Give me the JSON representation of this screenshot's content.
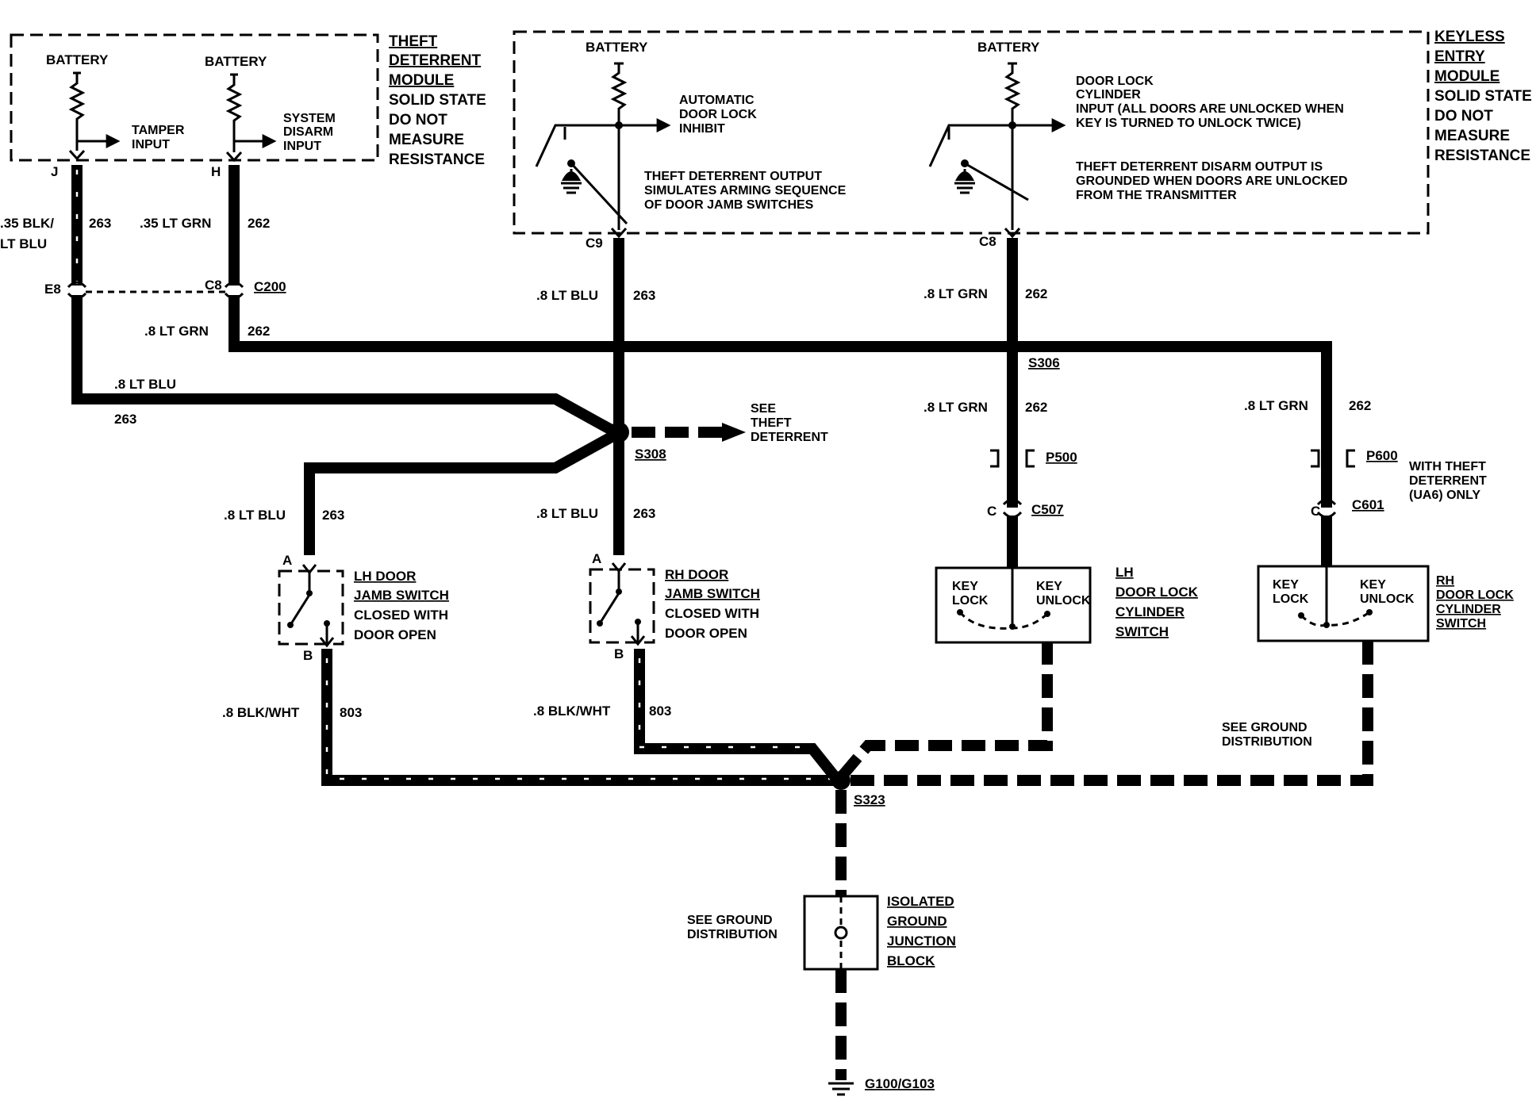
{
  "theft_module": {
    "battery1": "BATTERY",
    "battery2": "BATTERY",
    "tamper1": "TAMPER",
    "tamper2": "INPUT",
    "disarm1": "SYSTEM",
    "disarm2": "DISARM",
    "disarm3": "INPUT",
    "pin_j": "J",
    "pin_h": "H",
    "label": [
      "THEFT",
      "DETERRENT",
      "MODULE",
      "SOLID STATE",
      "DO NOT",
      "MEASURE",
      "RESISTANCE"
    ]
  },
  "keyless_module": {
    "battery1": "BATTERY",
    "battery2": "BATTERY",
    "auto1": "AUTOMATIC",
    "auto2": "DOOR LOCK",
    "auto3": "INHIBIT",
    "out1": "THEFT DETERRENT OUTPUT",
    "out2": "SIMULATES ARMING SEQUENCE",
    "out3": "OF DOOR JAMB SWITCHES",
    "cyl1": "DOOR LOCK",
    "cyl2": "CYLINDER",
    "cyl3": "INPUT  (ALL DOORS ARE UNLOCKED WHEN",
    "cyl4": "KEY IS TURNED TO UNLOCK TWICE)",
    "dis1": "THEFT DETERRENT DISARM OUTPUT IS",
    "dis2": "GROUNDED WHEN DOORS ARE UNLOCKED",
    "dis3": "FROM THE TRANSMITTER",
    "c9": "C9",
    "c8": "C8",
    "label": [
      "KEYLESS",
      "ENTRY",
      "MODULE",
      "SOLID STATE",
      "DO NOT",
      "MEASURE",
      "RESISTANCE"
    ]
  },
  "wires": {
    "w1a": ".35 BLK/",
    "w1b": "LT BLU",
    "w1n": "263",
    "w2": ".35 LT GRN",
    "w2n": "262",
    "e8": "E8",
    "c8": "C8",
    "c200": "C200",
    "w3": ".8 LT GRN",
    "w3n": "262",
    "w4": ".8 LT BLU",
    "w4n": "263",
    "w5": ".8 LT BLU",
    "w5n": "263",
    "w6": ".8 LT GRN",
    "w6n": "262",
    "s306": "S306",
    "w7": ".8 LT GRN",
    "w7n": "262",
    "w8": ".8 LT GRN",
    "w8n": "262",
    "see1": "SEE",
    "see2": "THEFT",
    "see3": "DETERRENT",
    "s308": "S308",
    "w9": ".8 LT BLU",
    "w9n": "263",
    "w10": ".8 LT BLU",
    "w10n": "263",
    "p500": "P500",
    "p600": "P600",
    "with1": "WITH THEFT",
    "with2": "DETERRENT",
    "with3": "(UA6)  ONLY",
    "c_l": "C",
    "c507": "C507",
    "c_r": "C",
    "c601": "C601",
    "w11": ".8 BLK/WHT",
    "w11n": "803",
    "w12": ".8 BLK/WHT",
    "w12n": "803",
    "seeg1": "SEE GROUND",
    "seeg2": "DISTRIBUTION",
    "s323": "S323",
    "seeg3": "SEE GROUND",
    "seeg4": "DISTRIBUTION",
    "g100": "G100/G103"
  },
  "lh_jamb": {
    "a": "A",
    "b": "B",
    "label": [
      "LH DOOR",
      "JAMB SWITCH",
      "CLOSED WITH",
      "DOOR OPEN"
    ]
  },
  "rh_jamb": {
    "a": "A",
    "b": "B",
    "label": [
      "RH DOOR",
      "JAMB SWITCH",
      "CLOSED WITH",
      "DOOR OPEN"
    ]
  },
  "lh_cyl": {
    "keylock1": "KEY",
    "keylock2": "LOCK",
    "keyun1": "KEY",
    "keyun2": "UNLOCK",
    "label": [
      "LH",
      "DOOR LOCK",
      "CYLINDER",
      "SWITCH"
    ]
  },
  "rh_cyl": {
    "keylock1": "KEY",
    "keylock2": "LOCK",
    "keyun1": "KEY",
    "keyun2": "UNLOCK",
    "label": [
      "RH",
      "DOOR LOCK",
      "CYLINDER",
      "SWITCH"
    ]
  },
  "ground_block": {
    "label": [
      "ISOLATED",
      "GROUND",
      "JUNCTION",
      "BLOCK"
    ]
  }
}
